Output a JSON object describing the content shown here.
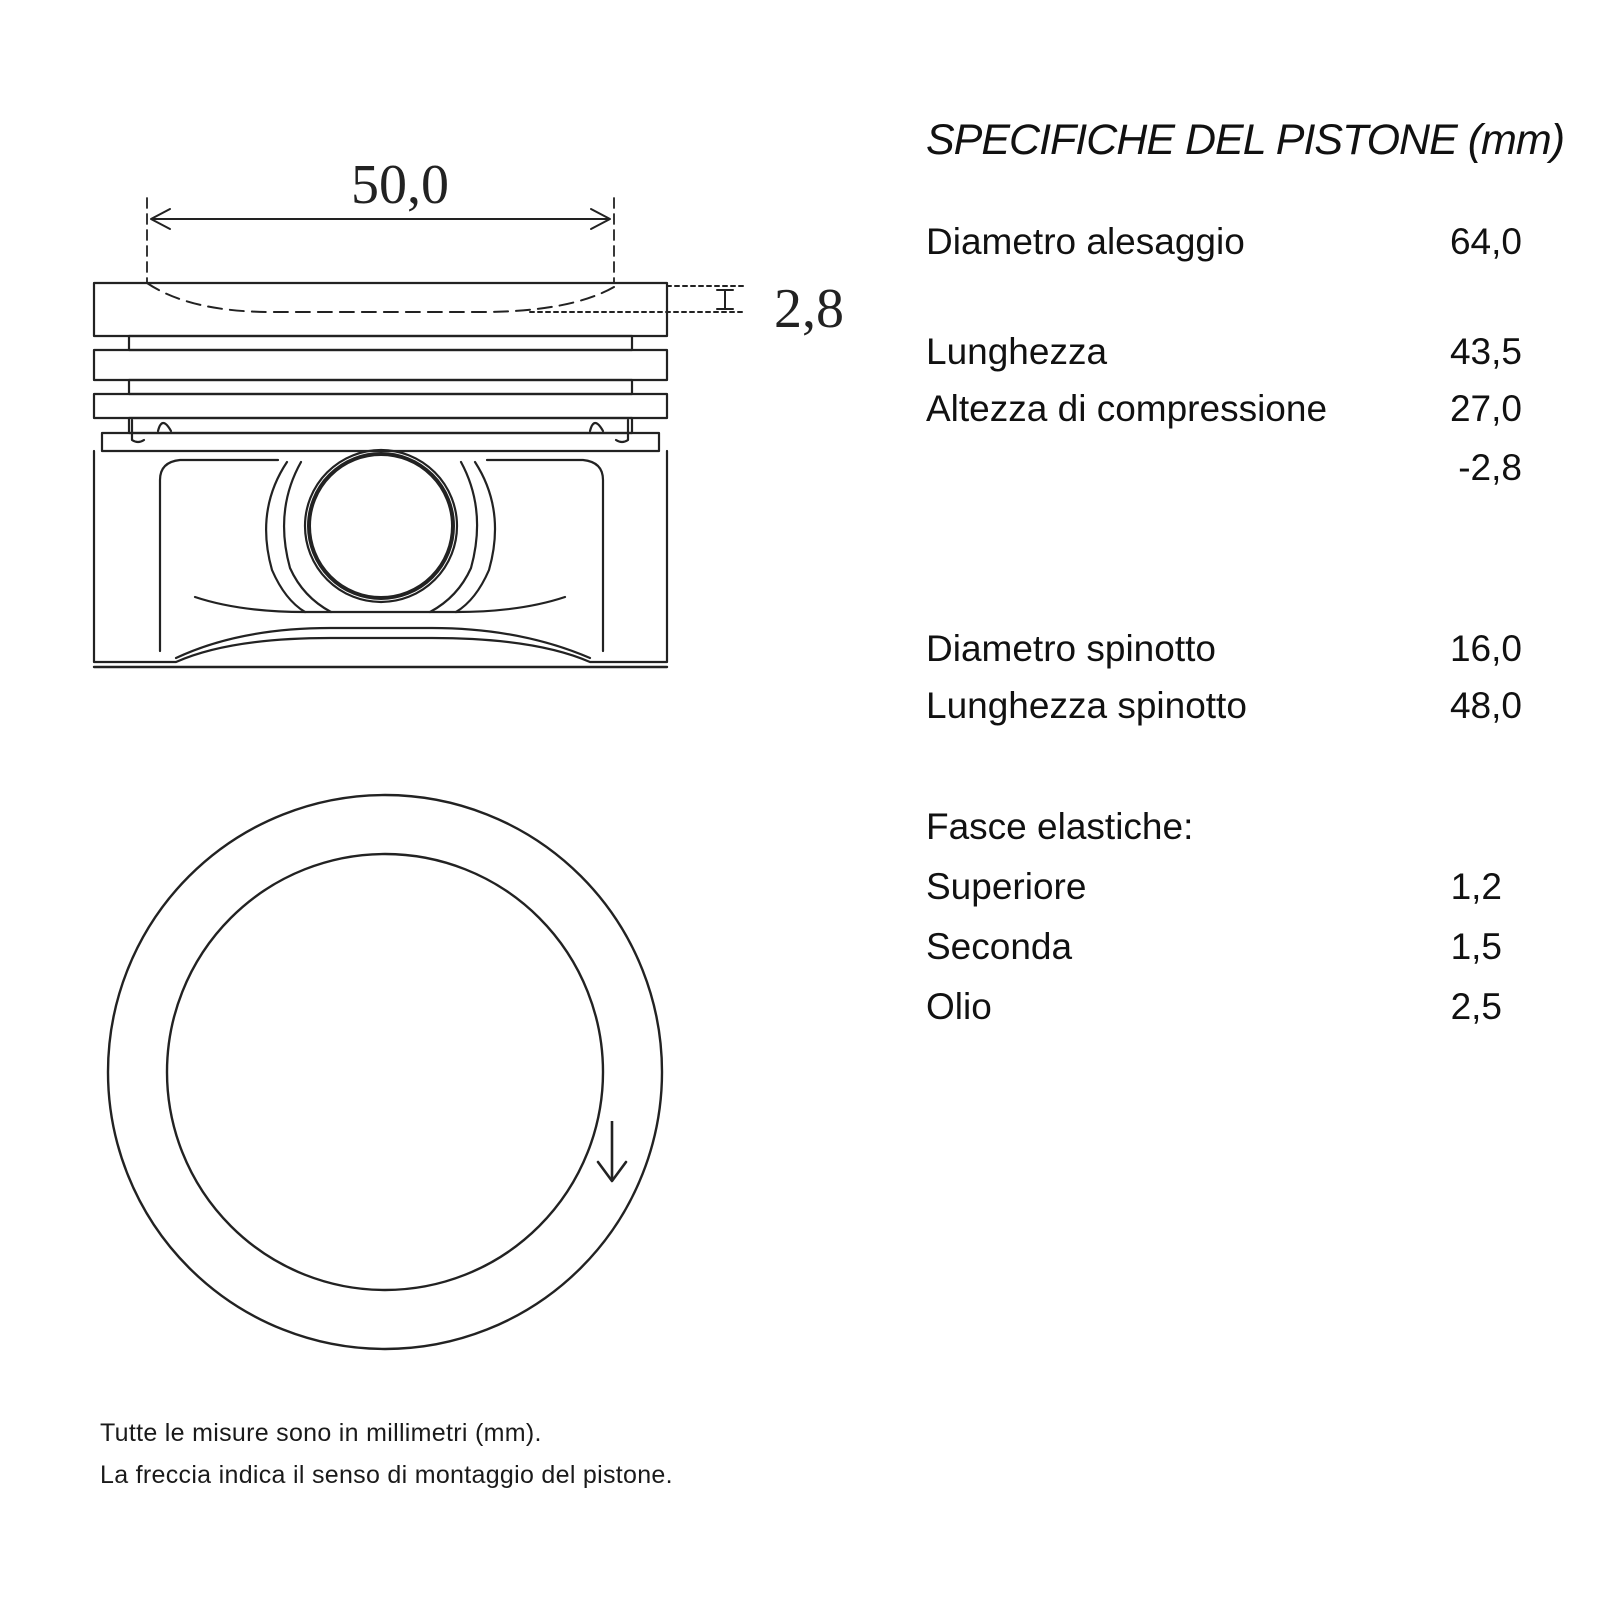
{
  "diagram": {
    "top_dimension": "50,0",
    "side_dimension": "2,8"
  },
  "specs": {
    "title": "SPECIFICHE DEL PISTONE (mm)",
    "rows": [
      {
        "label": "Diametro alesaggio",
        "value": "64,0"
      },
      {
        "label": "Lunghezza",
        "value": "43,5"
      },
      {
        "label": "Altezza di compressione",
        "value": "27,0"
      },
      {
        "label": "",
        "value": "-2,8"
      },
      {
        "label": "Diametro spinotto",
        "value": "16,0"
      },
      {
        "label": "Lunghezza spinotto",
        "value": "48,0"
      }
    ],
    "rings_heading": "Fasce elastiche:",
    "rings": [
      {
        "label": "Superiore",
        "value": "1,2"
      },
      {
        "label": "Seconda",
        "value": "1,5"
      },
      {
        "label": "Olio",
        "value": "2,5"
      }
    ]
  },
  "notes": [
    "Tutte le misure sono in millimetri (mm).",
    "La freccia indica il senso di montaggio del pistone."
  ]
}
